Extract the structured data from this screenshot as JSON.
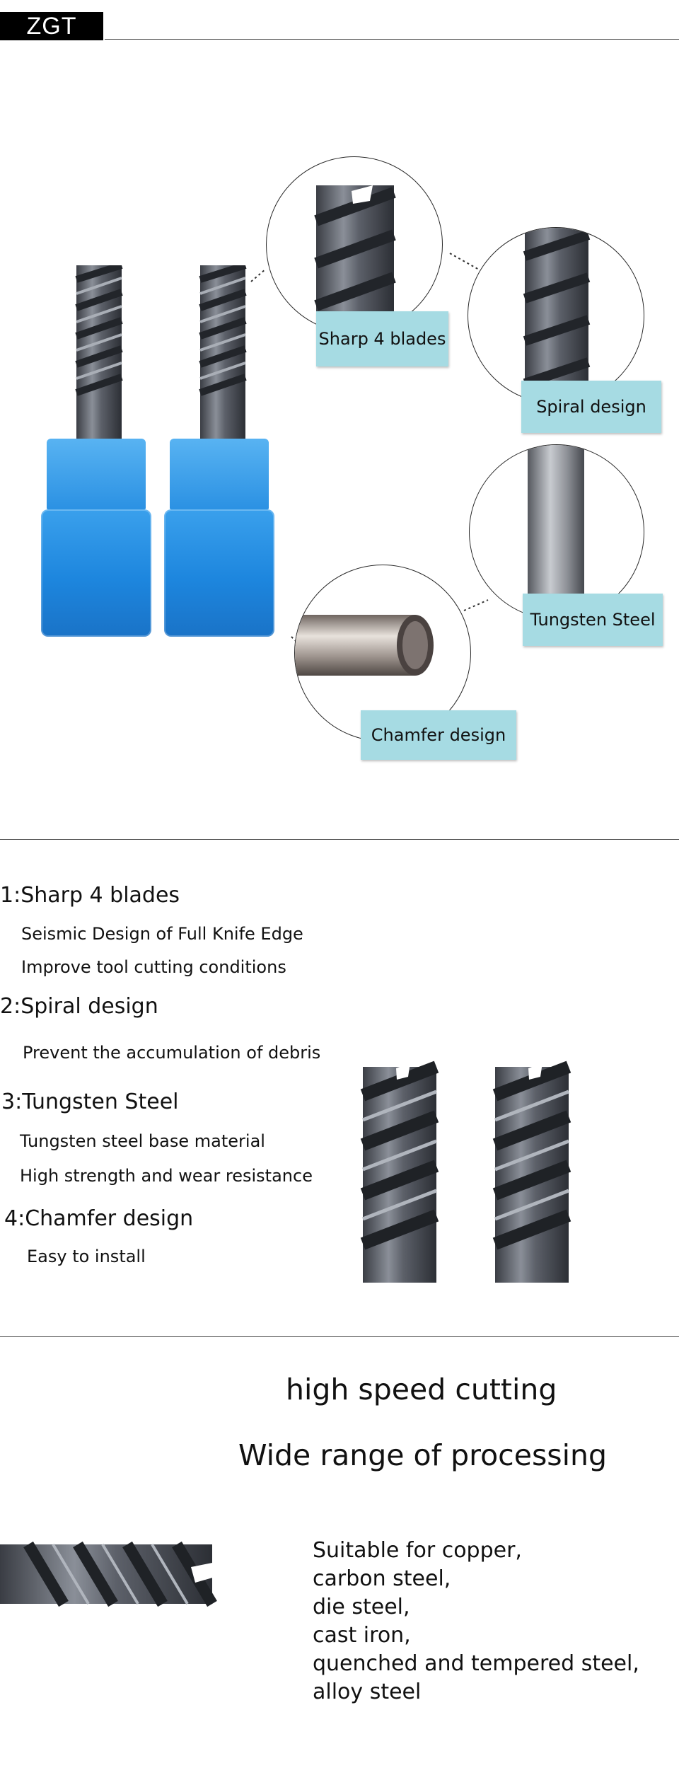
{
  "brand": {
    "name": "ZGT"
  },
  "callouts": [
    {
      "label": "Sharp 4 blades"
    },
    {
      "label": "Spiral design"
    },
    {
      "label": "Tungsten Steel"
    },
    {
      "label": "Chamfer design"
    }
  ],
  "features": [
    {
      "title": "1:Sharp 4 blades",
      "lines": [
        "Seismic Design of Full Knife Edge",
        "Improve tool cutting conditions"
      ]
    },
    {
      "title": "2:Spiral design",
      "lines": [
        "Prevent the accumulation of debris"
      ]
    },
    {
      "title": "3:Tungsten Steel",
      "lines": [
        "Tungsten steel base material",
        "High strength and wear resistance"
      ]
    },
    {
      "title": "4:Chamfer design",
      "lines": [
        "Easy to install"
      ]
    }
  ],
  "bottom": {
    "heading1": "high speed cutting",
    "heading2": "Wide range of processing",
    "materials": [
      "Suitable for copper,",
      "carbon steel,",
      "die steel,",
      "cast iron,",
      "quenched and tempered steel,",
      "alloy steel"
    ]
  },
  "colors": {
    "label_bg": "#a6dbe3",
    "holder_blue": "#1d86de",
    "bit_metal": "#4b4f57"
  }
}
